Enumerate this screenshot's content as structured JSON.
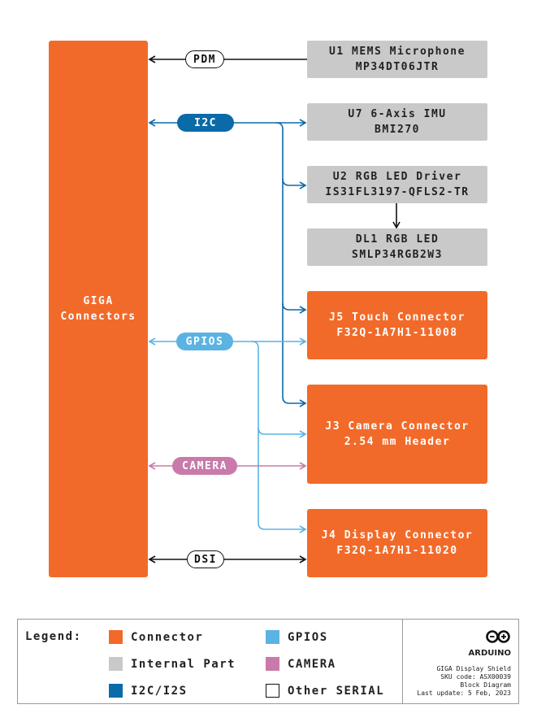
{
  "blocks": {
    "giga": [
      "GIGA",
      "Connectors"
    ],
    "mic": [
      "U1 MEMS Microphone",
      "MP34DT06JTR"
    ],
    "imu": [
      "U7 6-Axis IMU",
      "BMI270"
    ],
    "led_driver": [
      "U2 RGB LED Driver",
      "IS31FL3197-QFLS2-TR"
    ],
    "led": [
      "DL1 RGB LED",
      "SMLP34RGB2W3"
    ],
    "touch": [
      "J5 Touch Connector",
      "F32Q-1A7H1-11008"
    ],
    "camera": [
      "J3 Camera Connector",
      "2.54 mm Header"
    ],
    "display": [
      "J4 Display Connector",
      "F32Q-1A7H1-11020"
    ]
  },
  "buses": {
    "pdm": "PDM",
    "i2c": "I2C",
    "gpios": "GPIOS",
    "camera": "CAMERA",
    "dsi": "DSI"
  },
  "colors": {
    "connector": "#f26a29",
    "internal": "#c9c9c9",
    "i2c": "#0b6aa8",
    "gpios": "#5ab3e2",
    "camera": "#c97aaa",
    "serial": "#111111"
  },
  "legend": {
    "title": "Legend:",
    "items": [
      "Connector",
      "Internal Part",
      "I2C/I2S",
      "GPIOS",
      "CAMERA",
      "Other SERIAL"
    ]
  },
  "brand": {
    "name": "ARDUINO",
    "product": "GIGA Display Shield",
    "sku": "SKU code: ASX00039",
    "doc": "Block Diagram",
    "updated": "Last update: 5 Feb, 2023"
  }
}
